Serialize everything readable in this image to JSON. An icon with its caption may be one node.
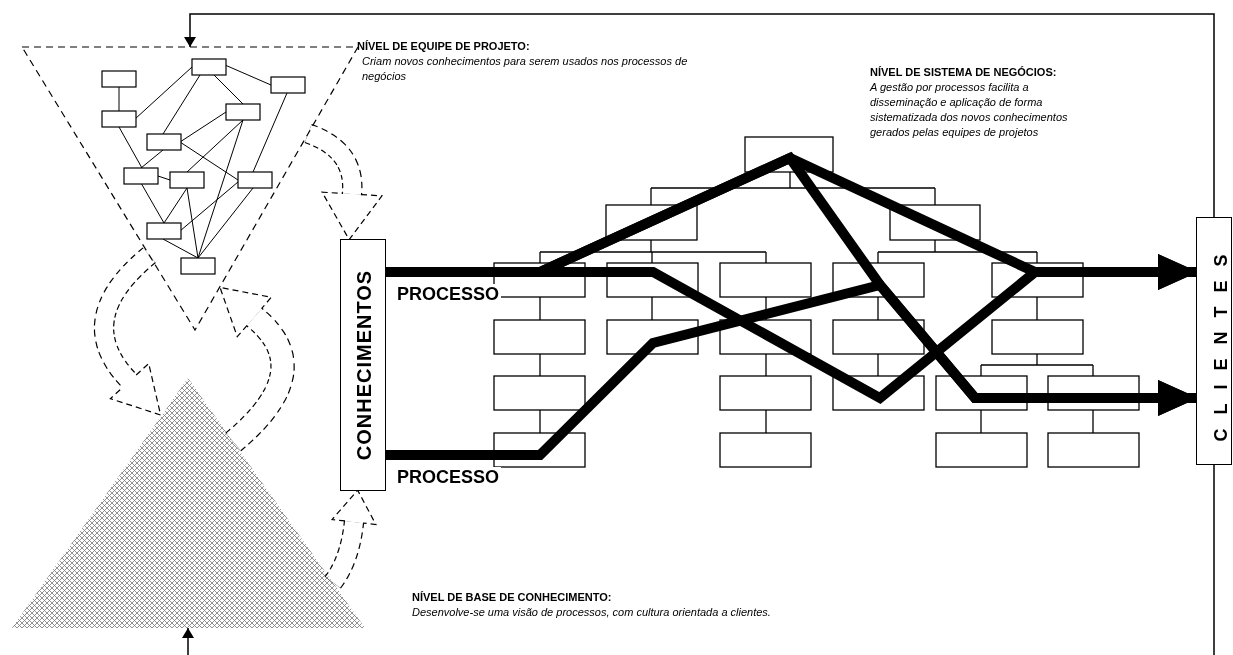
{
  "diagram": {
    "nodes": [
      {
        "text": [],
        "shape": "triangle"
      },
      {
        "text": [],
        "shape": "triangle"
      },
      {
        "text": [
          "CONHECIMENTOS"
        ]
      },
      {
        "text": [
          "CLIENTES"
        ]
      }
    ],
    "edges": [
      {
        "from": 2,
        "to": 3,
        "arrow": "to",
        "label": "PROCESSO"
      },
      {
        "from": 2,
        "to": 3,
        "arrow": "to",
        "label": "PROCESSO"
      },
      {
        "from": 2,
        "to": 3,
        "arrow": "to"
      },
      {
        "from": 2,
        "to": 3,
        "arrow": "to"
      },
      {
        "from": 3,
        "to": 0,
        "arrow": "to"
      },
      {
        "from": 3,
        "to": 1,
        "arrow": "to"
      },
      {
        "from": 0,
        "to": 2,
        "arrow": "to",
        "style": "dashed"
      },
      {
        "from": 0,
        "to": 1,
        "arrow": "to",
        "style": "dashed"
      },
      {
        "from": 1,
        "to": 0,
        "arrow": "to",
        "style": "dashed"
      },
      {
        "from": 1,
        "to": 2,
        "arrow": "to",
        "style": "dashed"
      }
    ],
    "labels": [
      "NÍVEL DE EQUIPE DE PROJETO:",
      "Criam novos conhecimentos para serem usados nos processos de negócios",
      "NÍVEL DE SISTEMA DE NEGÓCIOS:",
      "A gestão por processos facilita a disseminação e aplicação de forma sistematizada dos novos conhecimentos gerados pelas equipes de projetos",
      "NÍVEL DE BASE DE CONHECIMENTO:",
      "Desenvolve-se uma visão de processos, com cultura orientada a clientes."
    ]
  }
}
